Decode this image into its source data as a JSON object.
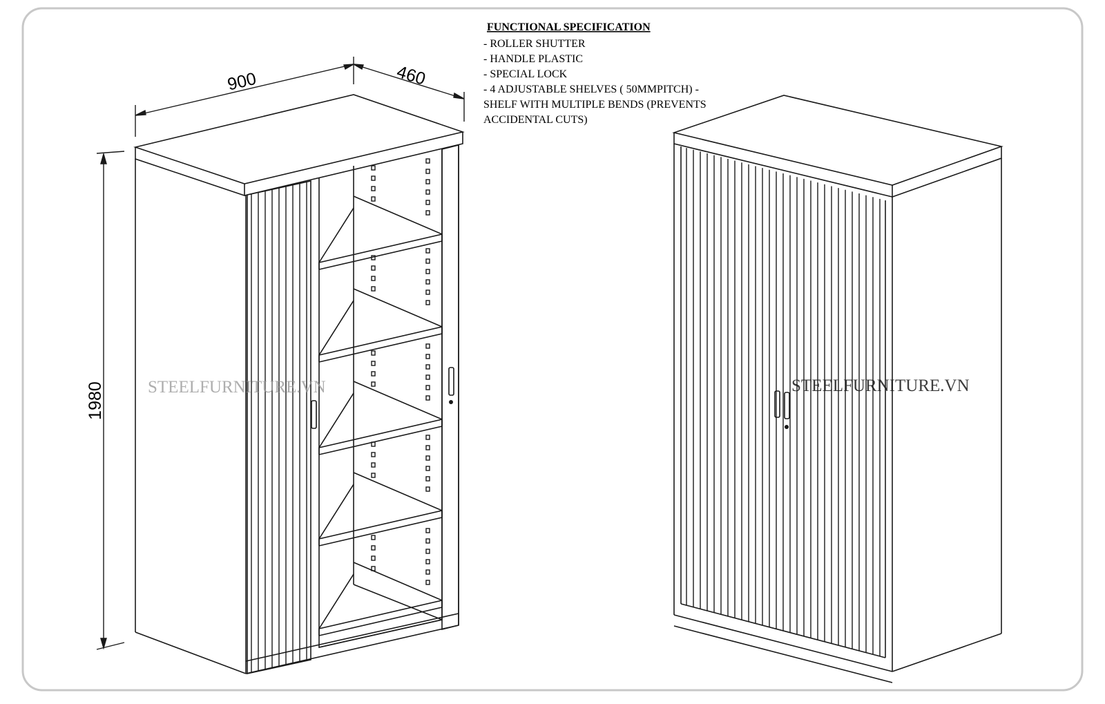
{
  "spec": {
    "title": "FUNCTIONAL SPECIFICATION",
    "lines": [
      "- ROLLER SHUTTER",
      "- HANDLE PLASTIC",
      "- SPECIAL LOCK",
      "- 4 ADJUSTABLE SHELVES ( 50MMPITCH) -",
      "SHELF WITH MULTIPLE BENDS (PREVENTS",
      "ACCIDENTAL CUTS)"
    ]
  },
  "dimensions": {
    "width": "900",
    "depth": "460",
    "height": "1980"
  },
  "watermark": {
    "left": "STEELFURNITURE.VN",
    "right": "STEELFURNITURE.VN"
  },
  "colors": {
    "line": "#1a1a1a",
    "frame": "#c8c8c8",
    "watermark": "#9a9a9a"
  }
}
